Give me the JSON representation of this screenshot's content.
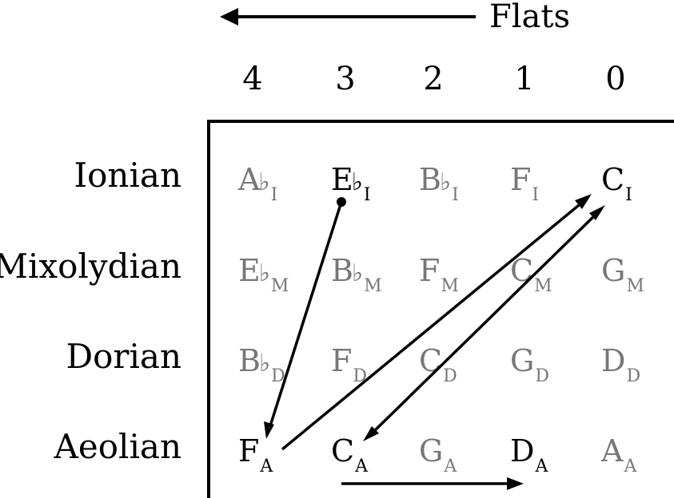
{
  "flats_label": "Flats",
  "columns": [
    "4",
    "3",
    "2",
    "1",
    "0"
  ],
  "rows": [
    "Ionian",
    "Mixolydian",
    "Dorian",
    "Aeolian"
  ],
  "flat_sign": "♭",
  "cells": [
    [
      {
        "note": "A",
        "flat": true,
        "mode": "I",
        "highlight": false
      },
      {
        "note": "E",
        "flat": true,
        "mode": "I",
        "highlight": true
      },
      {
        "note": "B",
        "flat": true,
        "mode": "I",
        "highlight": false
      },
      {
        "note": "F",
        "flat": false,
        "mode": "I",
        "highlight": false
      },
      {
        "note": "C",
        "flat": false,
        "mode": "I",
        "highlight": true
      }
    ],
    [
      {
        "note": "E",
        "flat": true,
        "mode": "M",
        "highlight": false
      },
      {
        "note": "B",
        "flat": true,
        "mode": "M",
        "highlight": false
      },
      {
        "note": "F",
        "flat": false,
        "mode": "M",
        "highlight": false
      },
      {
        "note": "C",
        "flat": false,
        "mode": "M",
        "highlight": false
      },
      {
        "note": "G",
        "flat": false,
        "mode": "M",
        "highlight": false
      }
    ],
    [
      {
        "note": "B",
        "flat": true,
        "mode": "D",
        "highlight": false
      },
      {
        "note": "F",
        "flat": false,
        "mode": "D",
        "highlight": false
      },
      {
        "note": "C",
        "flat": false,
        "mode": "D",
        "highlight": false
      },
      {
        "note": "G",
        "flat": false,
        "mode": "D",
        "highlight": false
      },
      {
        "note": "D",
        "flat": false,
        "mode": "D",
        "highlight": false
      }
    ],
    [
      {
        "note": "F",
        "flat": false,
        "mode": "A",
        "highlight": true
      },
      {
        "note": "C",
        "flat": false,
        "mode": "A",
        "highlight": true
      },
      {
        "note": "G",
        "flat": false,
        "mode": "A",
        "highlight": false
      },
      {
        "note": "D",
        "flat": false,
        "mode": "A",
        "highlight": true
      },
      {
        "note": "A",
        "flat": false,
        "mode": "A",
        "highlight": false
      }
    ]
  ],
  "colors": {
    "highlight": "#000000",
    "dim": "#777777",
    "line": "#000000"
  }
}
